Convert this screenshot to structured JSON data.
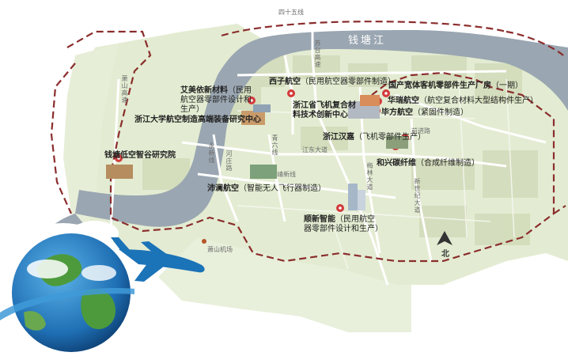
{
  "river": {
    "label": "钱塘江"
  },
  "north_label": "北",
  "roads": [
    {
      "key": "r1",
      "label": "四十五线"
    },
    {
      "key": "r2",
      "label": "苏台高速"
    },
    {
      "key": "r3",
      "label": "萧山高速"
    },
    {
      "key": "r4",
      "label": "江东大道"
    },
    {
      "key": "r5",
      "label": "青六线"
    },
    {
      "key": "r6",
      "label": "河庄路"
    },
    {
      "key": "r7",
      "label": "永新线"
    },
    {
      "key": "r8",
      "label": "靖新线"
    },
    {
      "key": "r9",
      "label": "前进路"
    },
    {
      "key": "r10",
      "label": "梅林大道"
    },
    {
      "key": "r11",
      "label": "新世纪大道"
    }
  ],
  "landmarks": {
    "airport": "萧山机场"
  },
  "sites": [
    {
      "key": "xizi",
      "name": "西子航空",
      "desc": "（民用航空器零部件制造）"
    },
    {
      "key": "guochan",
      "name": "国产宽体客机零部件生产厂房",
      "desc": "（一期）"
    },
    {
      "key": "aimeiyi",
      "name": "艾美依新材料",
      "desc": "（民用航空器零部件设计和生产）"
    },
    {
      "key": "huarui",
      "name": "华瑞航空",
      "desc": "（航空复合材料大型结构件生产）"
    },
    {
      "key": "zjsheng",
      "name": "浙江省飞机复合材料技术创新中心",
      "desc": ""
    },
    {
      "key": "zjdx",
      "name": "浙江大学航空制造高端装备研究中心",
      "desc": ""
    },
    {
      "key": "bifang",
      "name": "毕方航空",
      "desc": "（紧固件制造）"
    },
    {
      "key": "hanjia",
      "name": "浙江汉嘉",
      "desc": "（飞机零部件生产）"
    },
    {
      "key": "qiantang",
      "name": "钱塘低空智谷研究院",
      "desc": ""
    },
    {
      "key": "hexing",
      "name": "和兴碳纤维",
      "desc": "（合成纤维制造）"
    },
    {
      "key": "peilan",
      "name": "沛澜航空",
      "desc": "（智能无人飞行器制造）"
    },
    {
      "key": "shunxin",
      "name": "顺新智能",
      "desc": "（民用航空器零部件设计和生产）"
    }
  ]
}
